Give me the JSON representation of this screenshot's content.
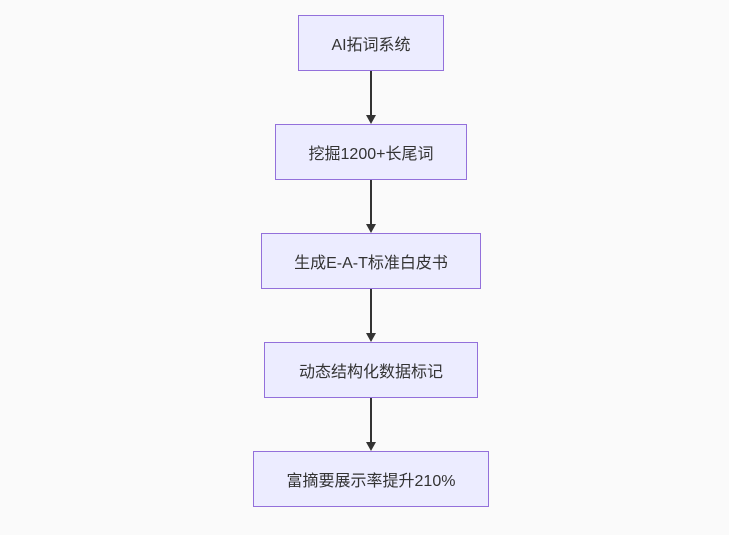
{
  "diagram": {
    "type": "flowchart",
    "direction": "top-down",
    "colors": {
      "background": "#fafafa",
      "node_fill": "#ececff",
      "node_border": "#9370db",
      "node_text": "#333333",
      "arrow": "#333333"
    },
    "nodes": [
      {
        "id": "n1",
        "label": "AI拓词系统"
      },
      {
        "id": "n2",
        "label": "挖掘1200+长尾词"
      },
      {
        "id": "n3",
        "label": "生成E-A-T标准白皮书"
      },
      {
        "id": "n4",
        "label": "动态结构化数据标记"
      },
      {
        "id": "n5",
        "label": "富摘要展示率提升210%"
      }
    ],
    "edges": [
      {
        "from": "n1",
        "to": "n2",
        "arrowhead": "triangle-down"
      },
      {
        "from": "n2",
        "to": "n3",
        "arrowhead": "triangle-down"
      },
      {
        "from": "n3",
        "to": "n4",
        "arrowhead": "triangle-down"
      },
      {
        "from": "n4",
        "to": "n5",
        "arrowhead": "triangle-down"
      }
    ]
  }
}
